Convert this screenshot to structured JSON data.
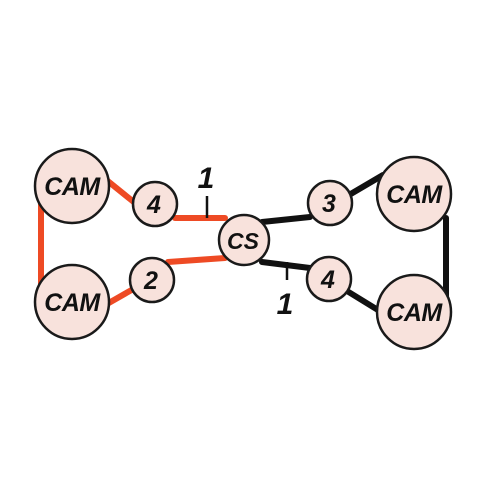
{
  "colors": {
    "red_line": "#ee4a24",
    "black_line": "#111111",
    "node_fill": "#f8e2dc",
    "node_stroke": "#1a1a1a"
  },
  "nodes": {
    "cam_top_left": "CAM",
    "cam_bottom_left": "CAM",
    "cam_top_right": "CAM",
    "cam_bottom_right": "CAM",
    "hop_top_left": "4",
    "hop_bottom_left": "2",
    "hop_top_right": "3",
    "hop_bottom_right": "4",
    "center_switch": "CS"
  },
  "labels": {
    "link_top": "1",
    "link_bottom": "1"
  }
}
